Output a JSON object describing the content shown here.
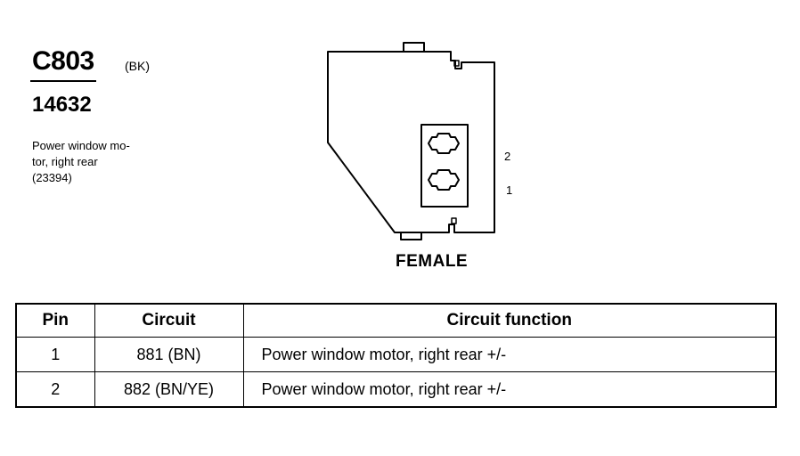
{
  "connector": {
    "id": "C803",
    "color": "(BK)",
    "part_number": "14632",
    "description": [
      "Power window mo-",
      "tor, right rear",
      "(23394)"
    ]
  },
  "diagram": {
    "gender_label": "FEMALE",
    "pin_labels": {
      "top": "2",
      "bottom": "1"
    }
  },
  "table": {
    "headers": {
      "pin": "Pin",
      "circuit": "Circuit",
      "function": "Circuit function"
    },
    "rows": [
      {
        "pin": "1",
        "circuit": "881 (BN)",
        "function": "Power window motor, right rear  +/-"
      },
      {
        "pin": "2",
        "circuit": "882 (BN/YE)",
        "function": "Power window motor, right rear  +/-"
      }
    ]
  }
}
